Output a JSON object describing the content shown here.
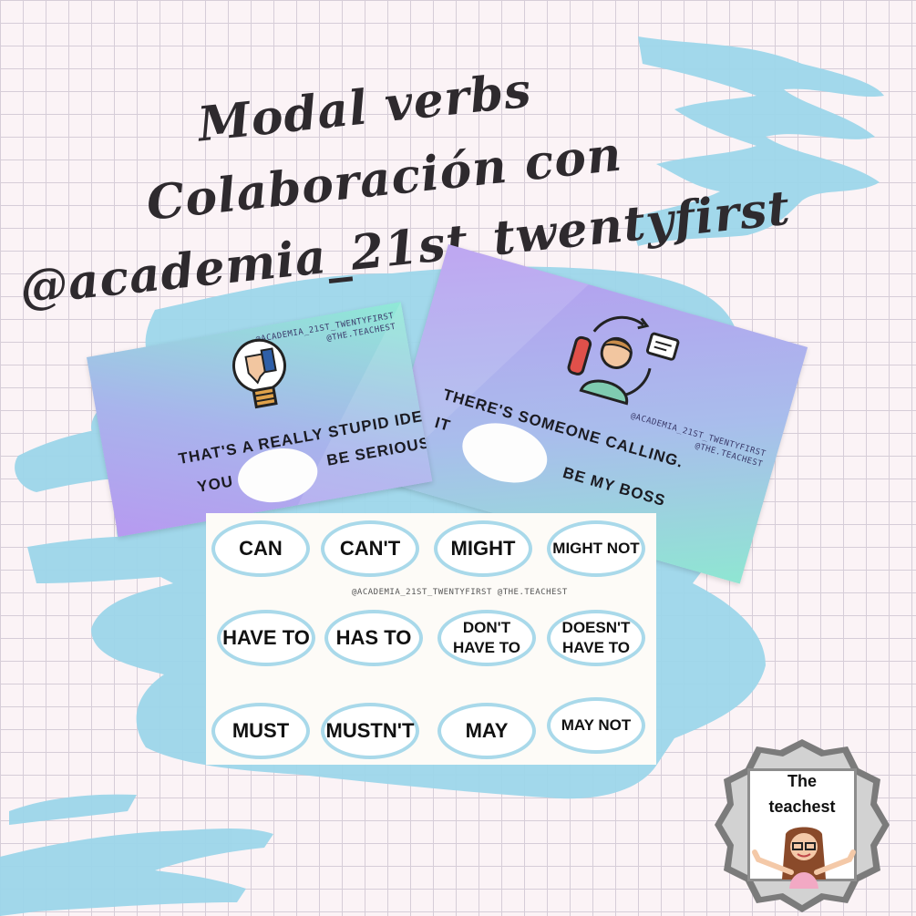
{
  "title": {
    "line1": "Modal verbs",
    "line2": "Colaboración con",
    "line3": "@academia_21st_twentyfirst"
  },
  "card1": {
    "handle1": "@ACADEMIA_21ST_TWENTYFIRST",
    "handle2": "@THE.TEACHEST",
    "sentence_line1": "THAT'S A REALLY STUPID IDEA!",
    "sentence_part2a": "YOU",
    "sentence_part2b": "BE SERIOUS",
    "icon": "lightbulb-thumbs-down-icon"
  },
  "card2": {
    "handle1": "@ACADEMIA_21ST_TWENTYFIRST",
    "handle2": "@THE.TEACHEST",
    "sentence_line1": "THERE'S SOMEONE CALLING.",
    "sentence_part2a": "IT",
    "sentence_part2b": "BE MY BOSS",
    "icon": "phone-call-person-icon"
  },
  "sheet": {
    "handle": "@ACADEMIA_21ST_TWENTYFIRST   @THE.TEACHEST",
    "words": [
      "CAN",
      "CAN'T",
      "MIGHT",
      "MIGHT NOT",
      "HAVE TO",
      "HAS TO",
      "DON'T HAVE TO",
      "DOESN'T HAVE TO",
      "MUST",
      "MUSTN'T",
      "MAY",
      "MAY NOT"
    ]
  },
  "badge": {
    "line1": "The",
    "line2": "teachest",
    "icon": "avatar-girl-icon"
  },
  "colors": {
    "paint_blue": "#9dd6ea",
    "grid": "#d6cdd8",
    "background": "#fbf3f6"
  }
}
